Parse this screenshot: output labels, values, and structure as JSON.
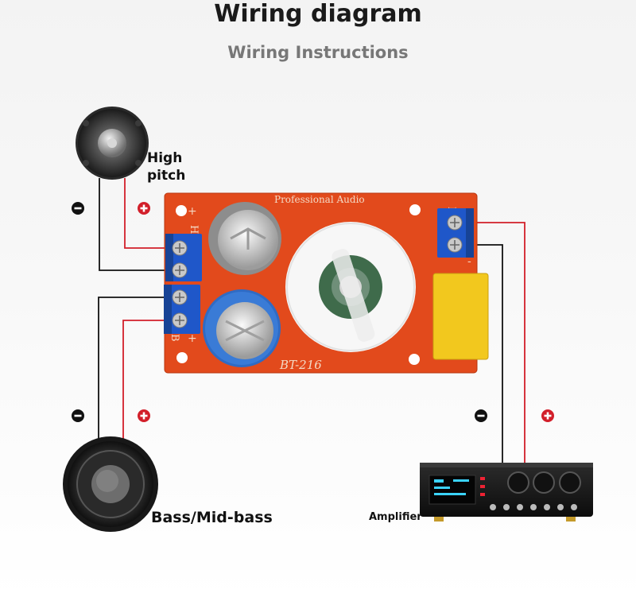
{
  "title": "Wiring diagram",
  "subtitle": "Wiring Instructions",
  "components": {
    "tweeter_label_line1": "High",
    "tweeter_label_line2": "pitch",
    "woofer_label": "Bass/Mid-bass",
    "amplifier_label": "Amplifier"
  },
  "board": {
    "brand_text": "Professional Audio",
    "model_text": "BT-216",
    "input_label": "IN",
    "tweeter_terminal_label": "H",
    "woofer_terminal_label": "B",
    "plus_sign": "+",
    "minus_sign": "-"
  },
  "colors": {
    "board": "#e24a1c",
    "terminal": "#1f57c9",
    "positive_wire": "#d21f2a",
    "negative_wire": "#111111",
    "capacitor_blue": "#2f6bc4",
    "capacitor_yellow": "#f2c81e"
  },
  "icons": {
    "positive": "plus-circle-icon",
    "negative": "minus-circle-icon"
  }
}
